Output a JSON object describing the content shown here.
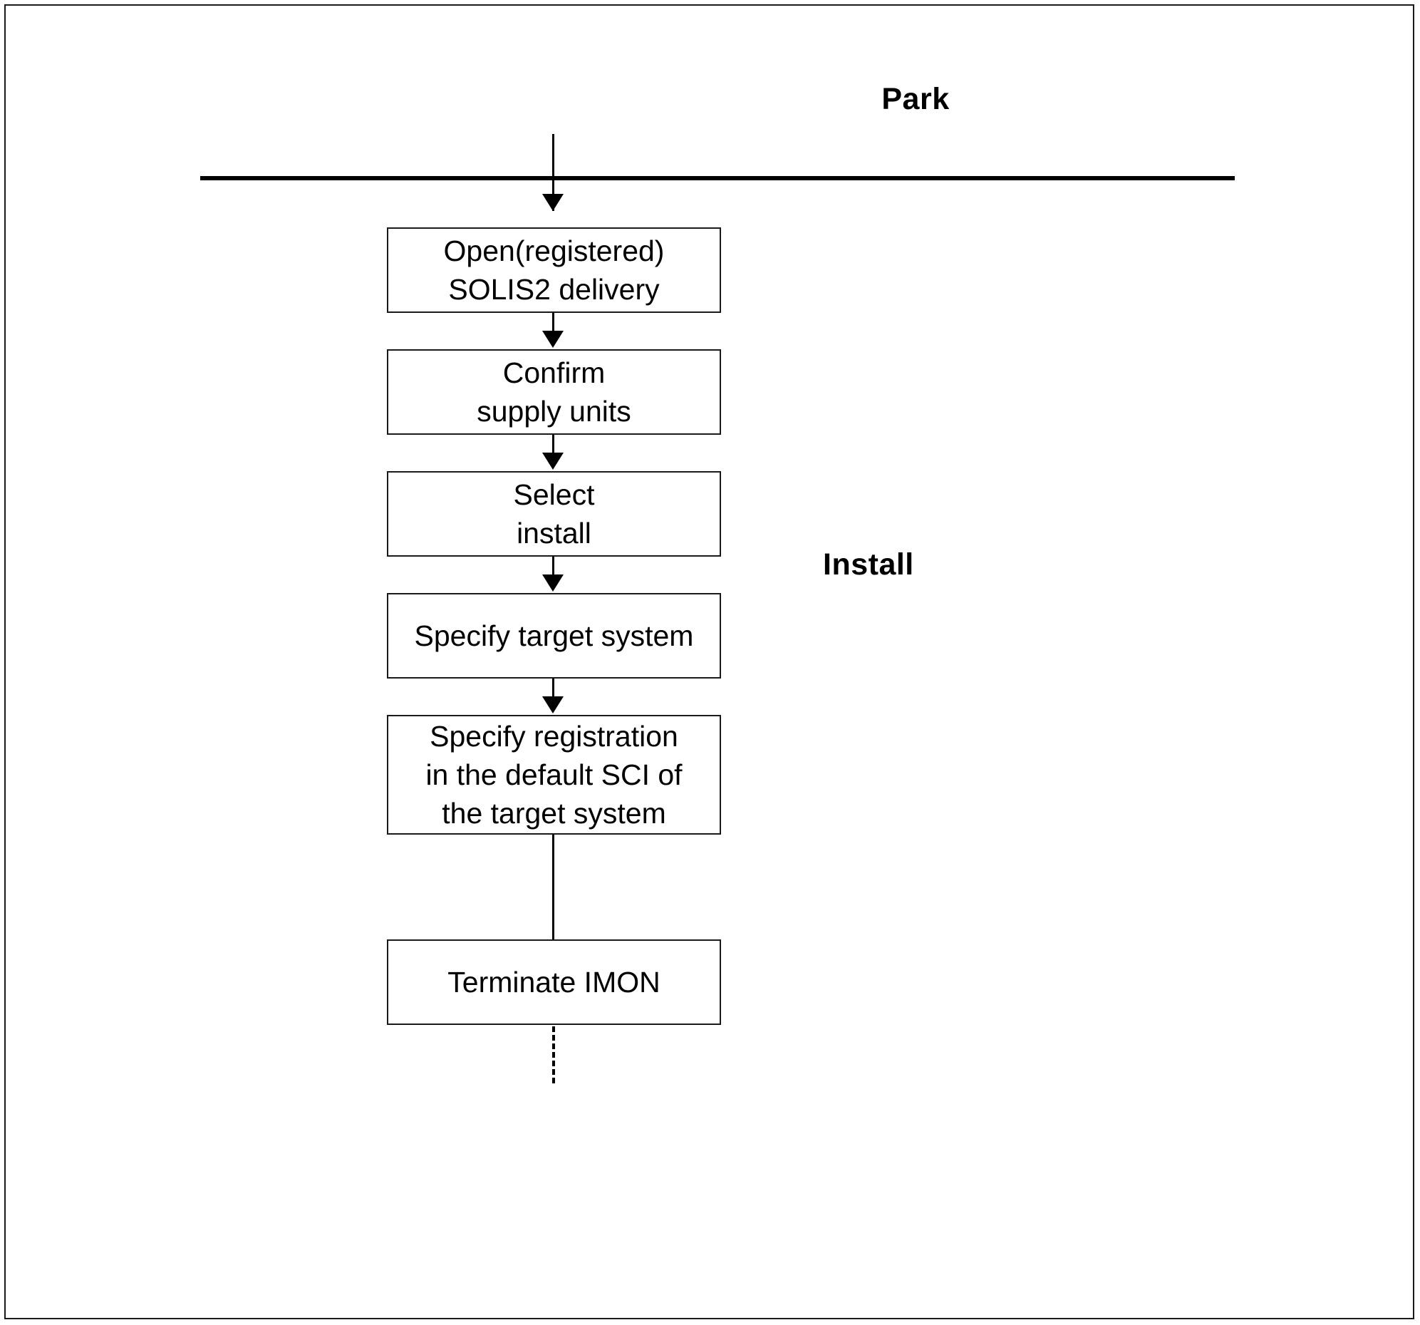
{
  "diagram": {
    "type": "flowchart",
    "orientation": "vertical",
    "phases": [
      {
        "id": "park",
        "label": "Park"
      },
      {
        "id": "install",
        "label": "Install"
      }
    ],
    "nodes": [
      {
        "id": "open",
        "shape": "rectangle",
        "lines": [
          "Open(registered)",
          "SOLIS2 delivery"
        ]
      },
      {
        "id": "confirm",
        "shape": "rectangle",
        "lines": [
          "Confirm",
          "supply units"
        ]
      },
      {
        "id": "select",
        "shape": "rectangle",
        "lines": [
          "Select",
          "install"
        ]
      },
      {
        "id": "target",
        "shape": "rectangle",
        "lines": [
          "Specify target system"
        ]
      },
      {
        "id": "register",
        "shape": "rectangle",
        "lines": [
          "Specify registration",
          "in the default SCI of",
          "the target system"
        ]
      },
      {
        "id": "terminate",
        "shape": "rectangle",
        "lines": [
          "Terminate IMON"
        ]
      }
    ],
    "edges": [
      {
        "from": "start",
        "to": "open",
        "style": "solid",
        "arrow": true
      },
      {
        "from": "open",
        "to": "confirm",
        "style": "solid",
        "arrow": true
      },
      {
        "from": "confirm",
        "to": "select",
        "style": "solid",
        "arrow": true
      },
      {
        "from": "select",
        "to": "target",
        "style": "solid",
        "arrow": true
      },
      {
        "from": "target",
        "to": "register",
        "style": "solid",
        "arrow": true
      },
      {
        "from": "register",
        "to": "terminate",
        "style": "solid-then-dashed",
        "arrow": true
      }
    ],
    "colors": {
      "stroke": "#1a1a1a",
      "fill": "#ffffff",
      "text": "#000000",
      "divider": "#000000"
    }
  }
}
